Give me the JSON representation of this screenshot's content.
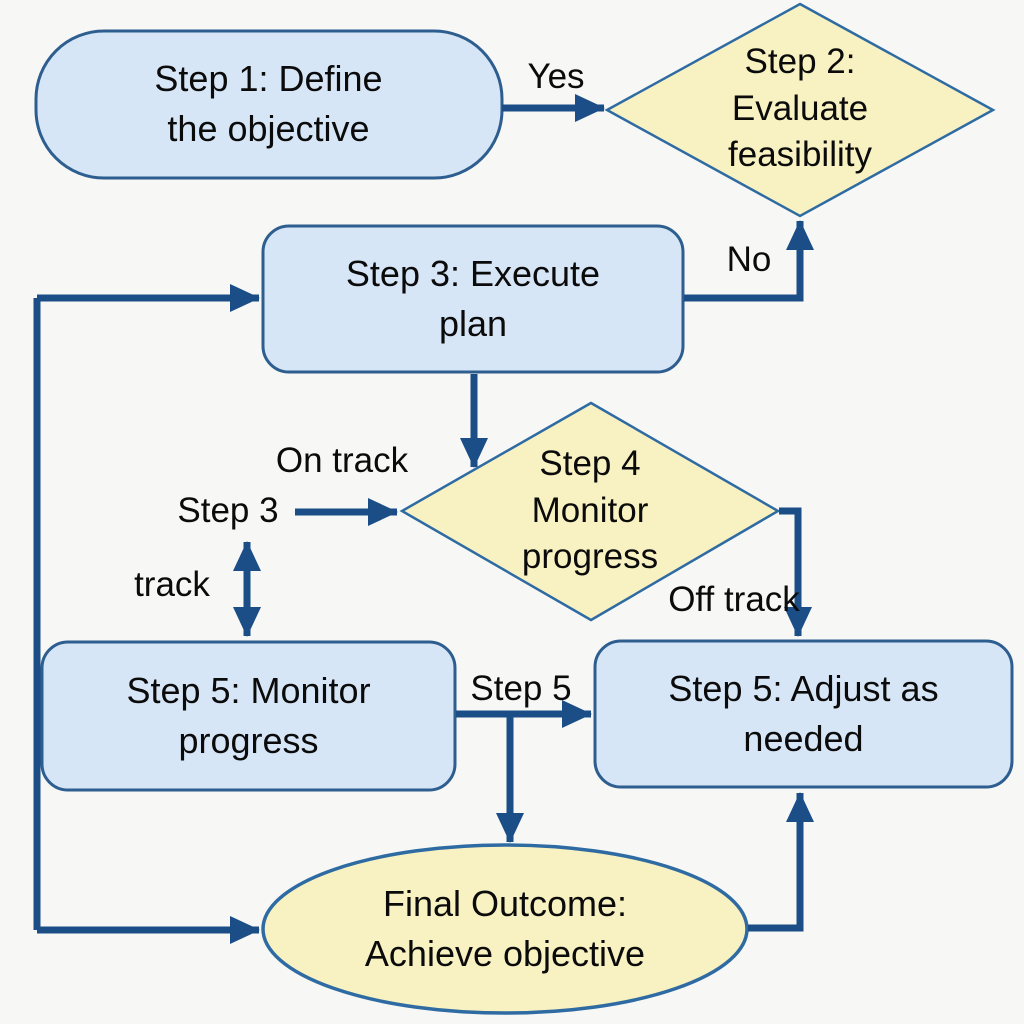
{
  "diagram": {
    "type": "flowchart",
    "background": "#f7f8f6",
    "colors": {
      "node_blue_fill": "#d7e6f6",
      "node_blue_border": "#2d5e8f",
      "node_yellow_fill": "#f8f1c1",
      "node_yellow_border": "#2f6ba3",
      "arrow": "#1b4d87",
      "text": "#0b0b0b"
    },
    "nodes": {
      "step1": {
        "shape": "rounded-rectangle",
        "fill": "blue",
        "line1": "Step 1: Define",
        "line2": "the objective"
      },
      "step2": {
        "shape": "diamond",
        "fill": "yellow",
        "line1": "Step 2:",
        "line2": "Evaluate",
        "line3": "feasibility"
      },
      "step3": {
        "shape": "rounded-rectangle",
        "fill": "blue",
        "line1": "Step 3: Execute",
        "line2": "plan"
      },
      "step4": {
        "shape": "diamond",
        "fill": "yellow",
        "line1": "Step 4",
        "line2": "Monitor",
        "line3": "progress"
      },
      "step5_monitor": {
        "shape": "rounded-rectangle",
        "fill": "blue",
        "line1": "Step 5: Monitor",
        "line2": "progress"
      },
      "step5_adjust": {
        "shape": "rounded-rectangle",
        "fill": "blue",
        "line1": "Step 5: Adjust as",
        "line2": "needed"
      },
      "final_outcome": {
        "shape": "ellipse",
        "fill": "yellow",
        "line1": "Final Outcome:",
        "line2": "Achieve objective"
      }
    },
    "edge_labels": {
      "yes": "Yes",
      "no": "No",
      "on_track": "On track",
      "step3": "Step 3",
      "track": "track",
      "off_track": "Off track",
      "step5": "Step 5"
    },
    "edges": [
      {
        "from": "step1",
        "to": "step2",
        "label": "Yes"
      },
      {
        "from": "step3",
        "to": "step2",
        "label": "No"
      },
      {
        "from": "step3",
        "to": "step4",
        "label": ""
      },
      {
        "from": "step3-label",
        "to": "step4",
        "label": "On track"
      },
      {
        "from": "step3-label",
        "to": "step5_monitor",
        "label": "track",
        "style": "double-headed"
      },
      {
        "from": "step4",
        "to": "step5_adjust",
        "label": "Off track"
      },
      {
        "from": "step5_monitor",
        "to": "step5_adjust",
        "label": "Step 5"
      },
      {
        "from": "step5_monitor",
        "to": "final_outcome",
        "label": ""
      },
      {
        "from": "final_outcome",
        "to": "step5_adjust",
        "label": ""
      },
      {
        "from": "feedback-line",
        "to": "step3",
        "label": ""
      },
      {
        "from": "feedback-line",
        "to": "final_outcome",
        "label": ""
      }
    ]
  }
}
